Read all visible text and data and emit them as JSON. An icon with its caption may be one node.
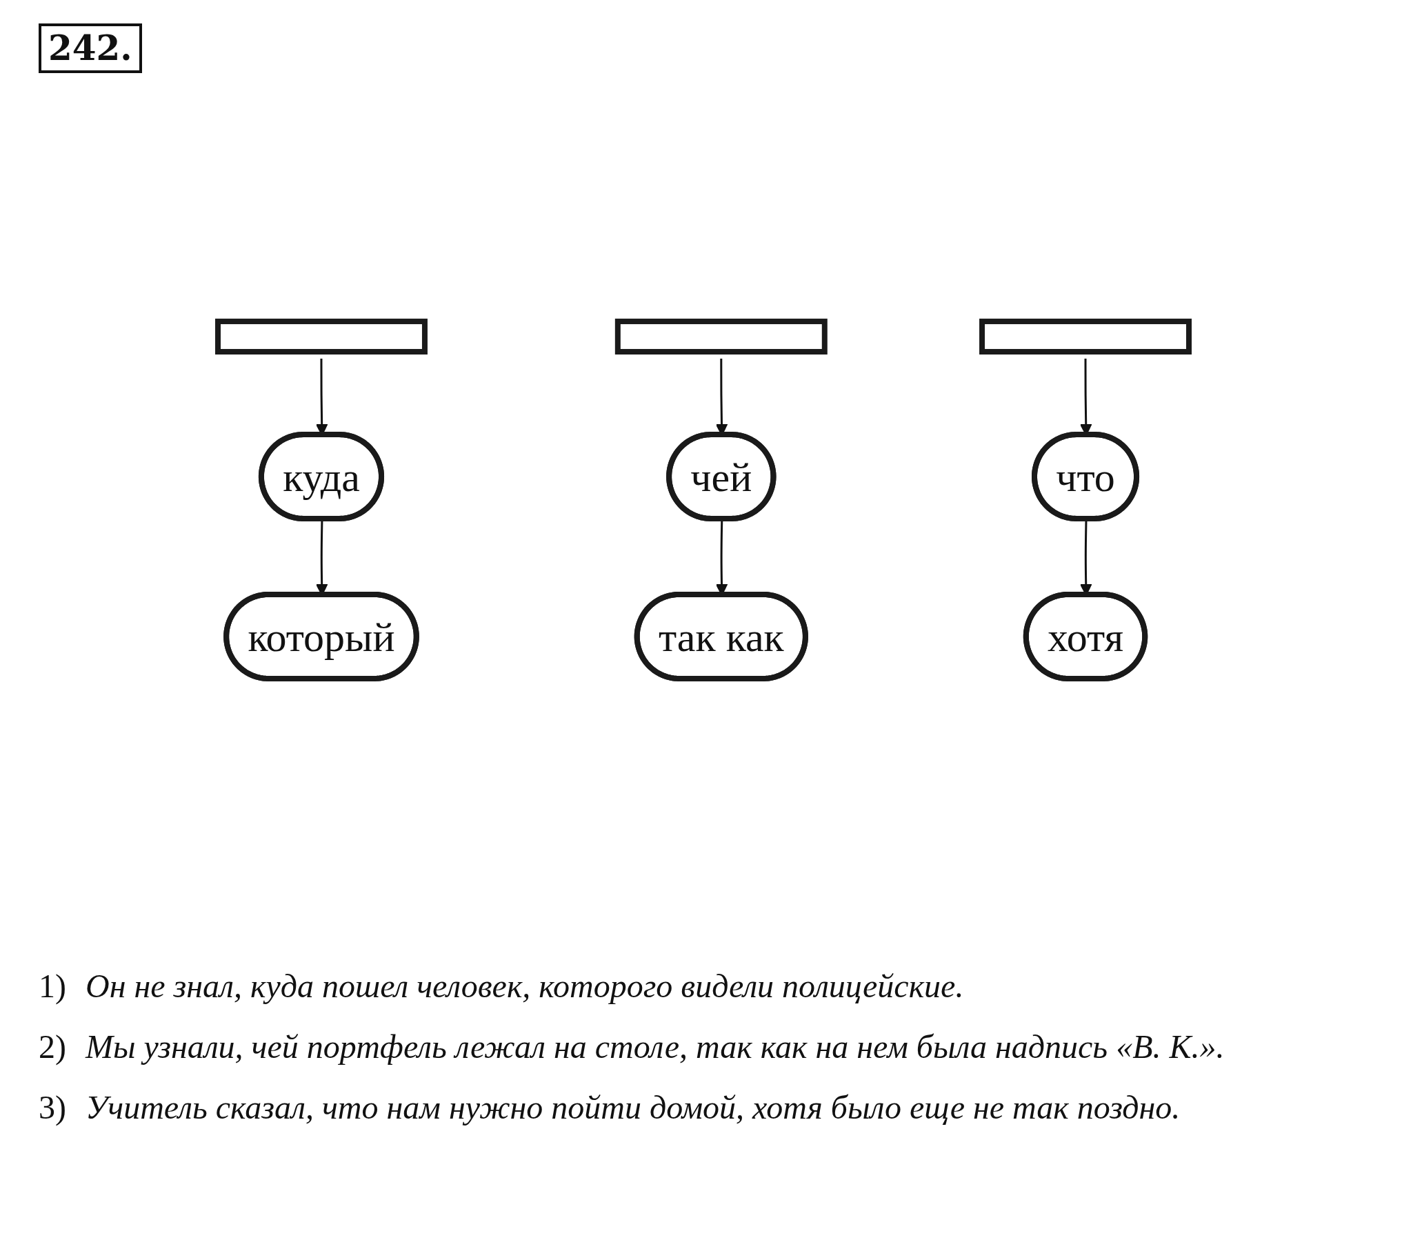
{
  "diagram": {
    "title": "242.",
    "nodes": [
      {
        "text": [],
        "shape": "box"
      },
      {
        "text": [
          "куда"
        ]
      },
      {
        "text": [
          "который"
        ]
      },
      {
        "text": [],
        "shape": "box"
      },
      {
        "text": [
          "чей"
        ]
      },
      {
        "text": [
          "так как"
        ]
      },
      {
        "text": [],
        "shape": "box"
      },
      {
        "text": [
          "что"
        ]
      },
      {
        "text": [
          "хотя"
        ]
      }
    ],
    "edges": [
      {
        "from": 0,
        "to": 1,
        "arrow": "to"
      },
      {
        "from": 1,
        "to": 2,
        "arrow": "to"
      },
      {
        "from": 3,
        "to": 4,
        "arrow": "to"
      },
      {
        "from": 4,
        "to": 5,
        "arrow": "to"
      },
      {
        "from": 6,
        "to": 7,
        "arrow": "to"
      },
      {
        "from": 7,
        "to": 8,
        "arrow": "to"
      }
    ],
    "labels": [
      "1)",
      "Он не знал, куда пошел человек, которого видели полицейские.",
      "2)",
      "Мы узнали, чей портфель лежал на столе, так как на нем была надпись «В. К.».",
      "3)",
      "Учитель сказал, что нам нужно пойти домой, хотя было еще не так поздно."
    ]
  }
}
